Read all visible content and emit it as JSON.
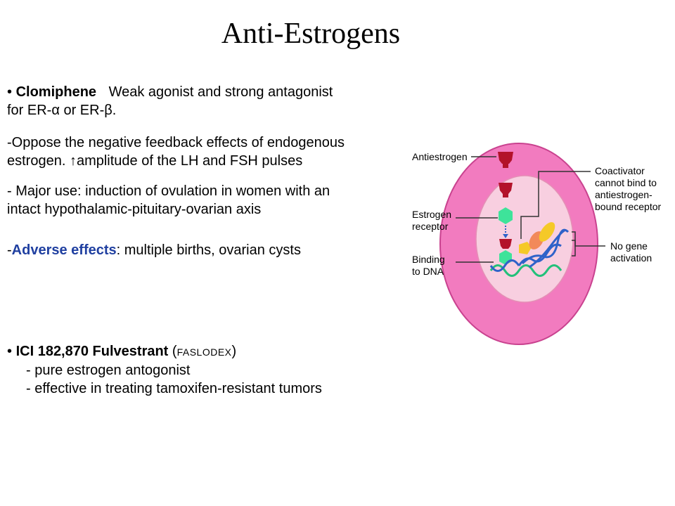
{
  "title": "Anti-Estrogens",
  "clomiphene": {
    "bullet": "•",
    "name": "Clomiphene",
    "desc_line1": "Weak agonist and strong antagonist",
    "desc_line2": "for ER-α or ER-β.",
    "feedback_line1": "-Oppose the negative feedback effects of endogenous",
    "feedback_line2_prefix": "estrogen.",
    "feedback_arrow": "↑",
    "feedback_line2_rest": "amplitude of the LH and FSH pulses",
    "use_line1": "- Major use: induction of ovulation in women with an",
    "use_line2": "intact hypothalamic-pituitary-ovarian  axis",
    "adverse_dash": "-",
    "adverse_label": "Adverse effects",
    "adverse_rest": ": multiple births, ovarian cysts"
  },
  "fulvestrant": {
    "bullet": "•",
    "name": "ICI 182,870 Fulvestrant",
    "paren_open": " (",
    "brand": "FASLODEX",
    "paren_close": ")",
    "item1": "- pure estrogen antogonist",
    "item2": "- effective in treating tamoxifen-resistant tumors"
  },
  "diagram": {
    "label_antiestrogen": "Antiestrogen",
    "label_estrogen_receptor_1": "Estrogen",
    "label_estrogen_receptor_2": "receptor",
    "label_binding_1": "Binding",
    "label_binding_2": "to DNA",
    "label_coactivator_1": "Coactivator",
    "label_coactivator_2": "cannot bind to",
    "label_coactivator_3": "antiestrogen-",
    "label_coactivator_4": "bound receptor",
    "label_no_gene_1": "No gene",
    "label_no_gene_2": "activation",
    "colors": {
      "cell": "#f27bbf",
      "cell_border": "#c9428f",
      "nucleus": "#f8cfe0",
      "antiestrogen": "#b3122a",
      "receptor": "#3ee39a",
      "coactivator_yellow": "#f5c928",
      "coactivator_orange": "#f2895a",
      "dna_blue": "#2f62c9",
      "dna_green": "#23c07a"
    }
  }
}
